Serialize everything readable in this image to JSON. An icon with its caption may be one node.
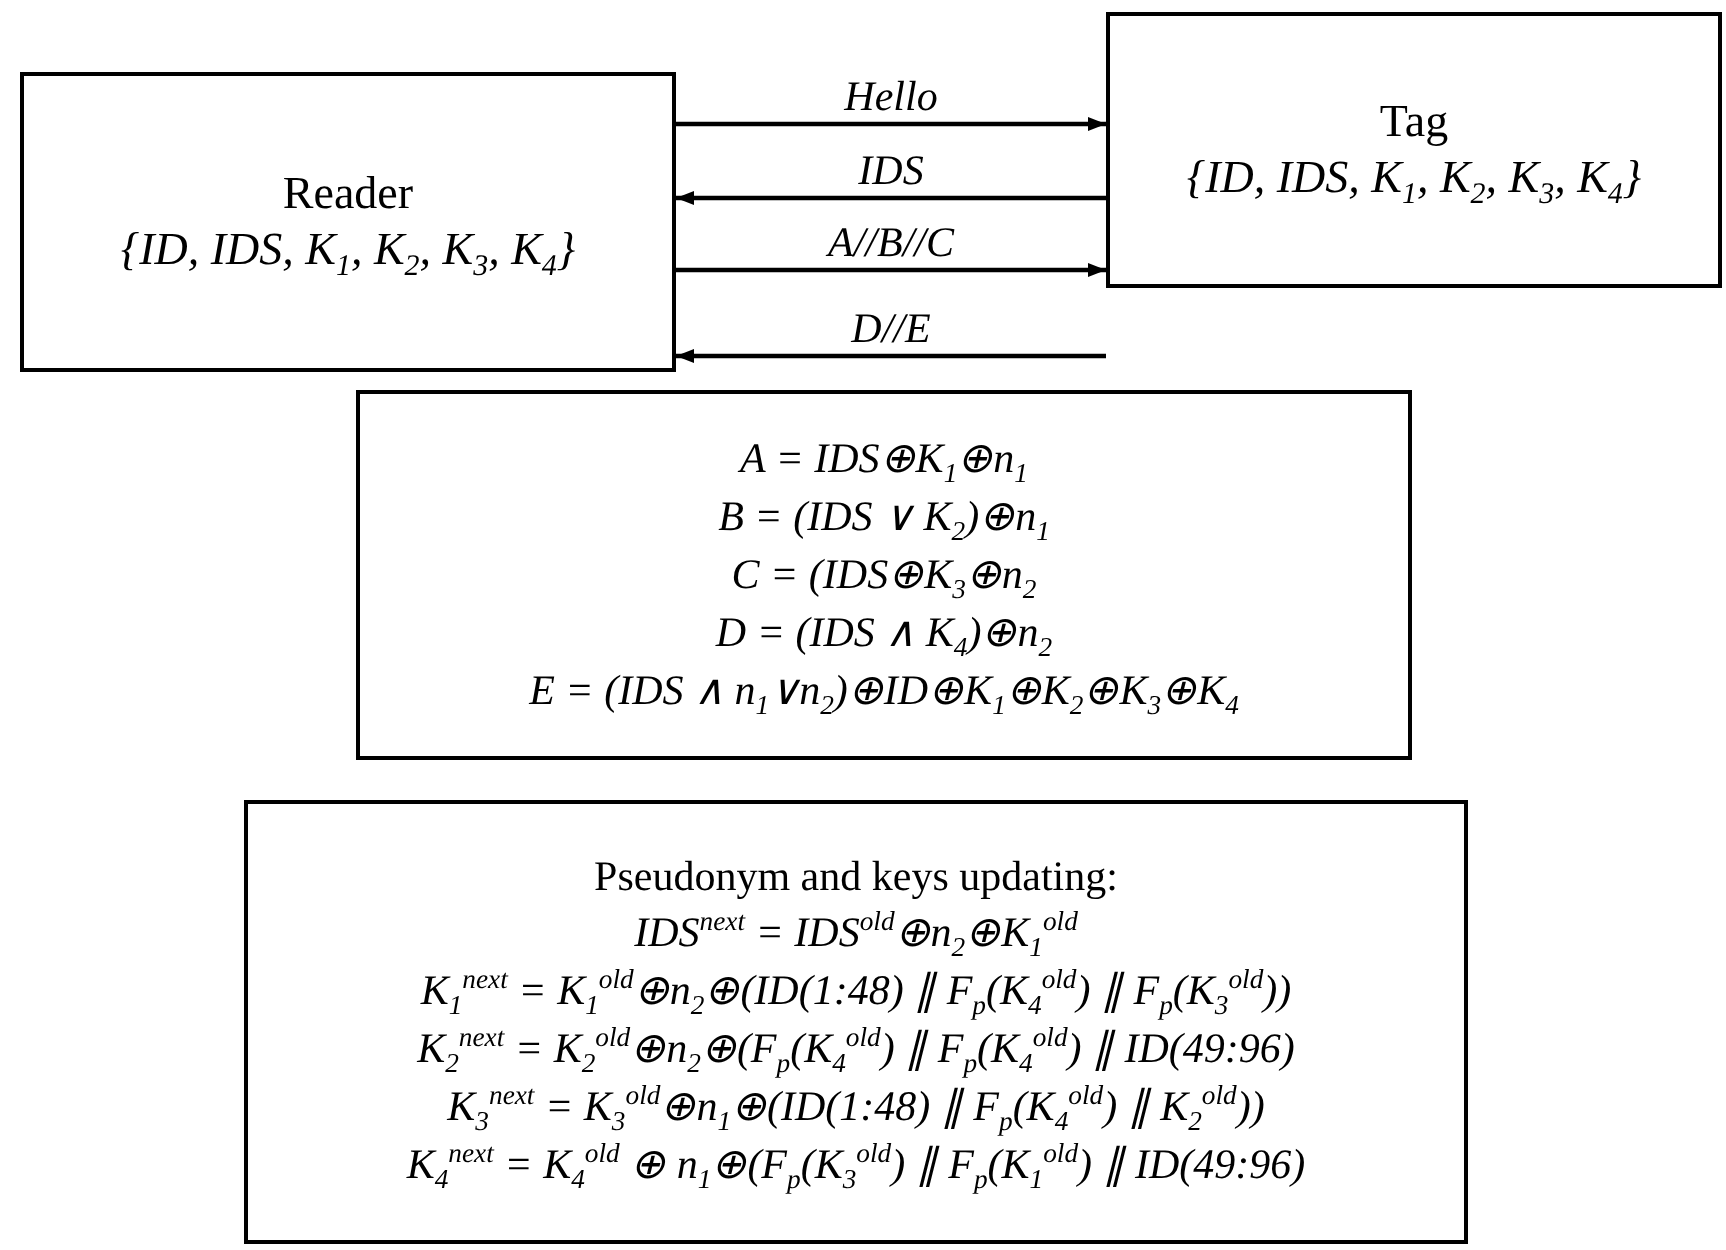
{
  "diagram": {
    "nodes": [
      {
        "text": [
          "Reader",
          "{ID, IDS, K$_{1}$, K$_{2}$, K$_{3}$, K$_{4}$}"
        ]
      },
      {
        "text": [
          "Tag",
          "{ID, IDS, K$_{1}$, K$_{2}$, K$_{3}$, K$_{4}$}"
        ]
      },
      {
        "text": [
          "A = IDS⊕K$_{1}$⊕n$_{1}$",
          "B = (IDS ∨ K$_{2}$)⊕n$_{1}$",
          "C = (IDS⊕K$_{3}$⊕n$_{2}$",
          "D = (IDS ∧ K$_{4}$)⊕n$_{2}$",
          "E = (IDS ∧ n$_{1}$∨n$_{2}$)⊕ID⊕K$_{1}$⊕K$_{2}$⊕K$_{3}$⊕K$_{4}$"
        ]
      },
      {
        "text": [
          "Pseudonym and keys updating:",
          "IDS$^{next}$ = IDS$^{old}$⊕n$_{2}$⊕K$_{1}$$^{old}$",
          "K$_{1}$$^{next}$ = K$_{1}$$^{old}$⊕n$_{2}$⊕(ID(1:48) ∥ F$_{p}$(K$_{4}$$^{old}$) ∥ F$_{p}$(K$_{3}$$^{old}$))",
          "K$_{2}$$^{next}$ = K$_{2}$$^{old}$⊕n$_{2}$⊕(F$_{p}$(K$_{4}$$^{old}$) ∥ F$_{p}$(K$_{4}$$^{old}$) ∥ ID(49:96)",
          "K$_{3}$$^{next}$ = K$_{3}$$^{old}$⊕n$_{1}$⊕(ID(1:48) ∥ F$_{p}$(K$_{4}$$^{old}$) ∥ K$_{2}$$^{old}$))",
          "K$_{4}$$^{next}$ = K$_{4}$$^{old}$ ⊕ n$_{1}$⊕(F$_{p}$(K$_{3}$$^{old}$) ∥ F$_{p}$(K$_{1}$$^{old}$) ∥ ID(49:96)"
        ]
      }
    ],
    "edges": [
      {
        "from": 0,
        "to": 1,
        "arrow": "to",
        "label": "Hello"
      },
      {
        "from": 1,
        "to": 0,
        "arrow": "to",
        "label": "IDS"
      },
      {
        "from": 0,
        "to": 1,
        "arrow": "to",
        "label": "A//B//C"
      },
      {
        "from": null,
        "to": 0,
        "arrow": "to",
        "label": "D//E"
      }
    ]
  }
}
